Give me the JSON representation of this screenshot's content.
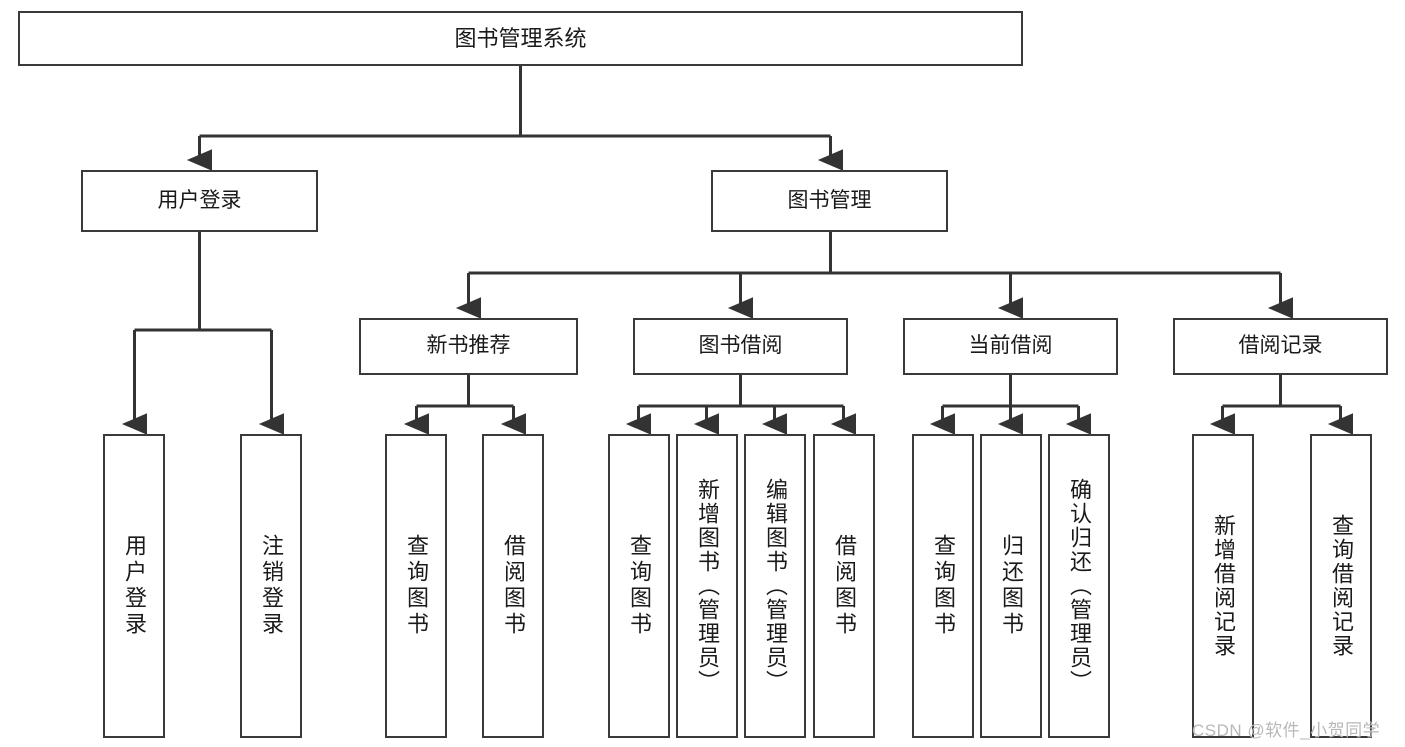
{
  "diagram": {
    "title": "图书管理系统",
    "type": "tree-hierarchy-chart",
    "colors": {
      "box_border": "#3a3a3a",
      "box_fill": "#ffffff",
      "connector": "#333333",
      "text": "#1a1a1a",
      "watermark": "#b8b8b8",
      "background": "#ffffff"
    },
    "nodes": {
      "root": {
        "label": "图书管理系统"
      },
      "level2": [
        {
          "id": "user-login",
          "label": "用户登录"
        },
        {
          "id": "book-management",
          "label": "图书管理"
        }
      ],
      "level3": [
        {
          "id": "new-book-recommend",
          "label": "新书推荐"
        },
        {
          "id": "book-borrow",
          "label": "图书借阅"
        },
        {
          "id": "current-borrow",
          "label": "当前借阅"
        },
        {
          "id": "borrow-record",
          "label": "借阅记录"
        }
      ],
      "leaves": {
        "user-login": [
          {
            "id": "leaf-user-login",
            "label": "用户登录"
          },
          {
            "id": "leaf-user-logout",
            "label": "注销登录"
          }
        ],
        "new-book-recommend": [
          {
            "id": "leaf-query-book-1",
            "label": "查询图书"
          },
          {
            "id": "leaf-borrow-book-1",
            "label": "借阅图书"
          }
        ],
        "book-borrow": [
          {
            "id": "leaf-query-book-2",
            "label": "查询图书"
          },
          {
            "id": "leaf-add-book",
            "label": "新增图书（管理员）"
          },
          {
            "id": "leaf-edit-book",
            "label": "编辑图书（管理员）"
          },
          {
            "id": "leaf-borrow-book-2",
            "label": "借阅图书"
          }
        ],
        "current-borrow": [
          {
            "id": "leaf-query-book-3",
            "label": "查询图书"
          },
          {
            "id": "leaf-return-book",
            "label": "归还图书"
          },
          {
            "id": "leaf-confirm-return",
            "label": "确认归还（管理员）"
          }
        ],
        "borrow-record": [
          {
            "id": "leaf-add-record",
            "label": "新增借阅记录"
          },
          {
            "id": "leaf-query-record",
            "label": "查询借阅记录"
          }
        ]
      }
    },
    "watermark": "CSDN @软件_小贺同学"
  }
}
